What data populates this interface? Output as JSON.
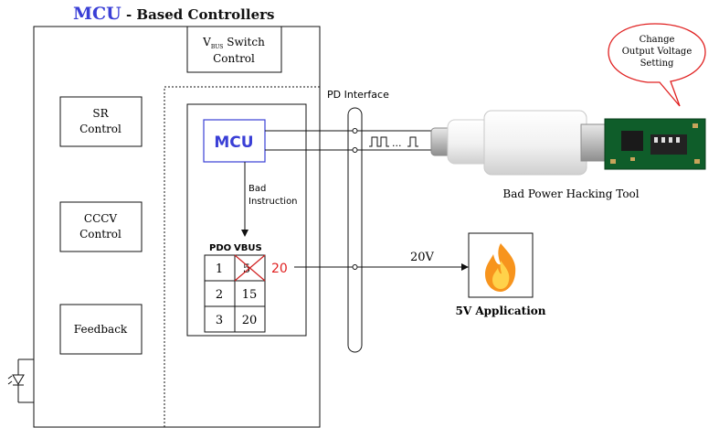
{
  "title": {
    "main": "MCU",
    "rest": " - Based Controllers",
    "main_color": "#3a3fd6"
  },
  "vbus_switch": {
    "v": "V",
    "sub": "BUS",
    "line1_rest": " Switch",
    "line2": "Control"
  },
  "left_blocks": {
    "sr": [
      "SR",
      "Control"
    ],
    "cccv": [
      "CCCV",
      "Control"
    ],
    "feedback": "Feedback"
  },
  "mcu_chip": {
    "label": "MCU",
    "color": "#3a3fd6"
  },
  "bad_instruction": [
    "Bad",
    "Instruction"
  ],
  "pdo_table": {
    "header_pdo": "PDO",
    "header_vbus": "VBUS",
    "rows": [
      {
        "pdo": "1",
        "vbus": "5",
        "struck": true
      },
      {
        "pdo": "2",
        "vbus": "15",
        "struck": false
      },
      {
        "pdo": "3",
        "vbus": "20",
        "struck": false
      }
    ],
    "override_value": "20",
    "override_color": "#e02020"
  },
  "pd_interface_label": "PD Interface",
  "signal_dots": "...",
  "output_voltage": "20V",
  "application_label": "5V Application",
  "tool_label": "Bad Power Hacking Tool",
  "speech_bubble": [
    "Change",
    "Output Voltage",
    "Setting"
  ],
  "colors": {
    "strike": "#d02020",
    "flame_outer": "#f7941d",
    "flame_inner": "#ffd24a",
    "pcb": "#0f5d2a"
  },
  "icons": [
    "flame-icon",
    "usb-plug-icon",
    "led-icon"
  ]
}
